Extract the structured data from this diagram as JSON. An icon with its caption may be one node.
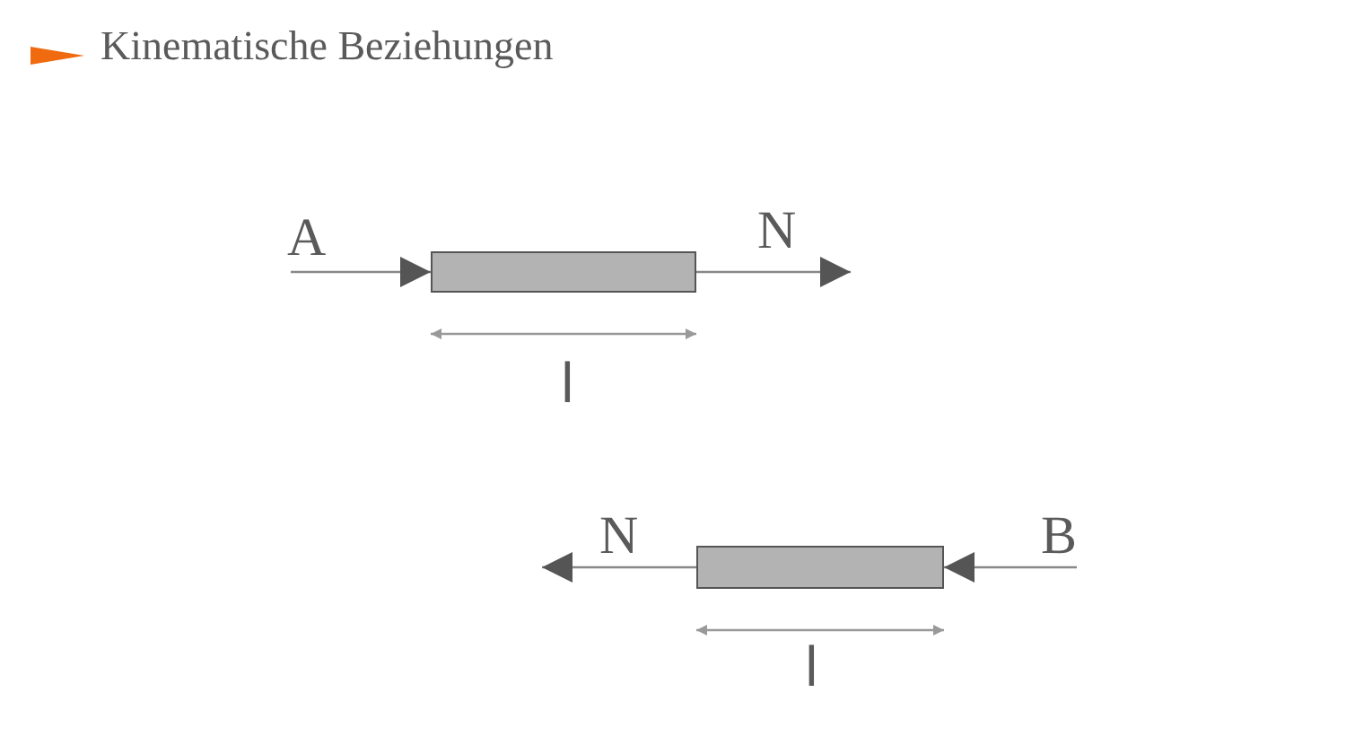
{
  "diagram": {
    "title": "Kinematische Beziehungen",
    "nodes": [
      {
        "text": [],
        "shape": "bar"
      },
      {
        "text": [],
        "shape": "bar"
      }
    ],
    "edges": [
      {
        "from": null,
        "to": 0,
        "arrow": "to",
        "label": "A"
      },
      {
        "from": 0,
        "to": null,
        "arrow": "to",
        "label": "N"
      },
      {
        "from": 1,
        "to": null,
        "arrow": "to",
        "label": "N"
      },
      {
        "from": null,
        "to": 1,
        "arrow": "to",
        "label": "B"
      }
    ],
    "labels": [
      "l",
      "l"
    ]
  }
}
